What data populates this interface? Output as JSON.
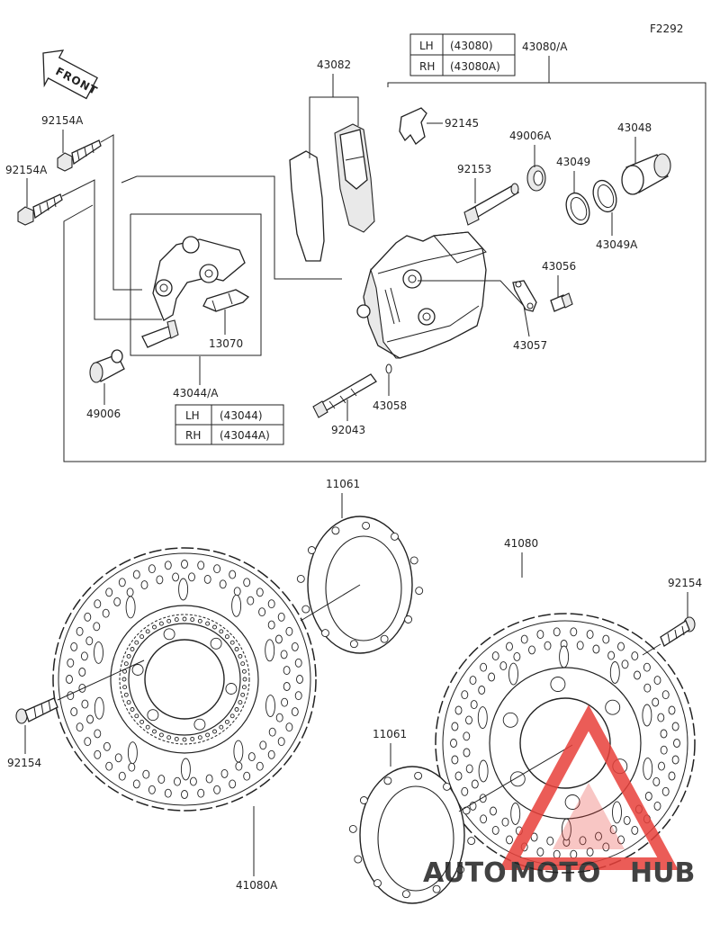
{
  "figure_code": "F2292",
  "front_label": "FRONT",
  "labels": {
    "p92154A_1": "92154A",
    "p92154A_2": "92154A",
    "p43082": "43082",
    "p92145": "92145",
    "p49006A": "49006A",
    "p43048": "43048",
    "p92153": "92153",
    "p43049": "43049",
    "p43049A": "43049A",
    "p43056": "43056",
    "p43057": "43057",
    "p13070": "13070",
    "p49006": "49006",
    "p43044A": "43044/A",
    "p92043": "92043",
    "p43058": "43058",
    "p43080A": "43080/A",
    "p11061_1": "11061",
    "p11061_2": "11061",
    "p41080": "41080",
    "p41080A": "41080A",
    "p92154_1": "92154",
    "p92154_2": "92154"
  },
  "caliper_table": {
    "rows": [
      {
        "side": "LH",
        "part": "(43080)"
      },
      {
        "side": "RH",
        "part": "(43080A)"
      }
    ]
  },
  "bracket_table": {
    "rows": [
      {
        "side": "LH",
        "part": "(43044)"
      },
      {
        "side": "RH",
        "part": "(43044A)"
      }
    ]
  },
  "watermark": {
    "text_auto": "AUTO",
    "text_moto": "MOTO",
    "text_hub": "HUB",
    "color_orange": "#f5a623",
    "color_red": "#e8403a"
  }
}
